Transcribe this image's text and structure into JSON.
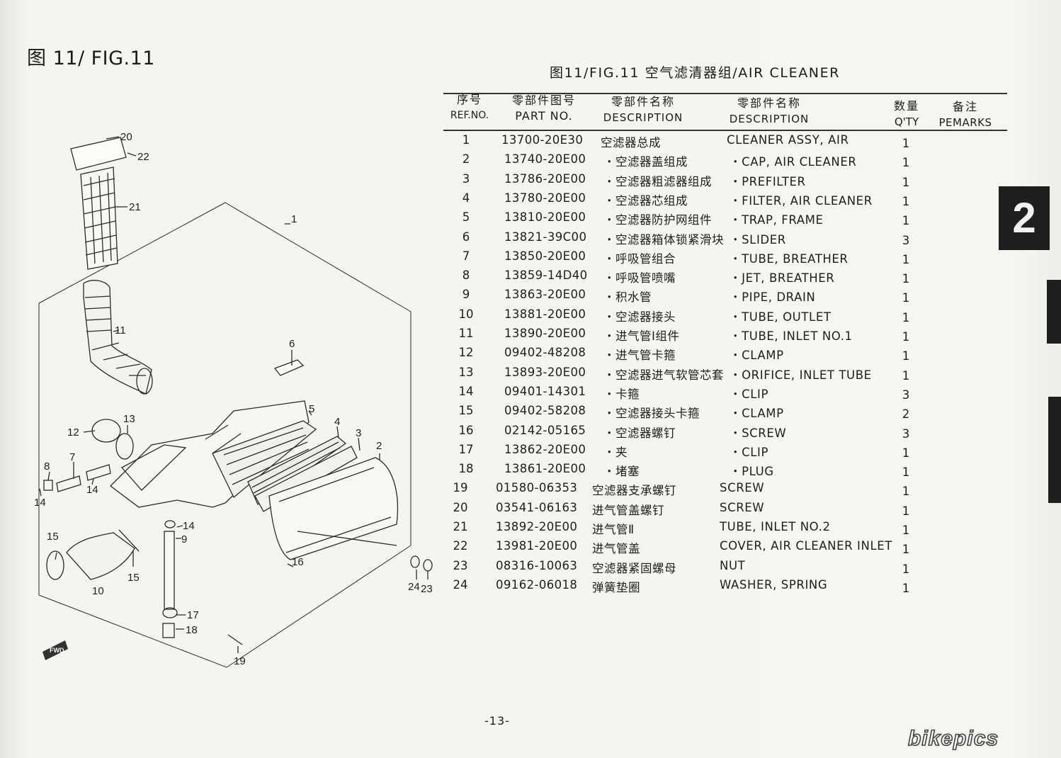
{
  "figure": {
    "heading": "图 11/ FIG.11",
    "subtitle": "图11/FIG.11    空气滤清器组/AIR CLEANER"
  },
  "table": {
    "headers": {
      "ref_cn": "序号",
      "ref_en": "REF.NO.",
      "pn_cn": "零部件图号",
      "pn_en": "PART NO.",
      "desc_cn_cn": "零部件名称",
      "desc_cn_en": "DESCRIPTION",
      "desc_en_cn": "零部件名称",
      "desc_en_en": "DESCRIPTION",
      "qty_cn": "数量",
      "qty_en": "Q'TY",
      "remarks_cn": "备注",
      "remarks_en": "PEMARKS"
    },
    "rows": [
      {
        "ref": "1",
        "part_no": "13700-20E30",
        "name_cn": "空滤器总成",
        "name_en": "CLEANER ASSY, AIR",
        "qty": "1"
      },
      {
        "ref": "2",
        "part_no": "13740-20E00",
        "name_cn": "・空滤器盖组成",
        "name_en": "・CAP, AIR CLEANER",
        "qty": "1"
      },
      {
        "ref": "3",
        "part_no": "13786-20E00",
        "name_cn": "・空滤器粗滤器组成",
        "name_en": "・PREFILTER",
        "qty": "1"
      },
      {
        "ref": "4",
        "part_no": "13780-20E00",
        "name_cn": "・空滤器芯组成",
        "name_en": "・FILTER, AIR CLEANER",
        "qty": "1"
      },
      {
        "ref": "5",
        "part_no": "13810-20E00",
        "name_cn": "・空滤器防护网组件",
        "name_en": "・TRAP, FRAME",
        "qty": "1"
      },
      {
        "ref": "6",
        "part_no": "13821-39C00",
        "name_cn": "・空滤器箱体锁紧滑块",
        "name_en": "・SLIDER",
        "qty": "3"
      },
      {
        "ref": "7",
        "part_no": "13850-20E00",
        "name_cn": "・呼吸管组合",
        "name_en": "・TUBE, BREATHER",
        "qty": "1"
      },
      {
        "ref": "8",
        "part_no": "13859-14D40",
        "name_cn": "・呼吸管喷嘴",
        "name_en": "・JET, BREATHER",
        "qty": "1"
      },
      {
        "ref": "9",
        "part_no": "13863-20E00",
        "name_cn": "・积水管",
        "name_en": "・PIPE, DRAIN",
        "qty": "1"
      },
      {
        "ref": "10",
        "part_no": "13881-20E00",
        "name_cn": "・空滤器接头",
        "name_en": "・TUBE, OUTLET",
        "qty": "1"
      },
      {
        "ref": "11",
        "part_no": "13890-20E00",
        "name_cn": "・进气管Ⅰ组件",
        "name_en": "・TUBE, INLET NO.1",
        "qty": "1"
      },
      {
        "ref": "12",
        "part_no": "09402-48208",
        "name_cn": "・进气管卡箍",
        "name_en": "・CLAMP",
        "qty": "1"
      },
      {
        "ref": "13",
        "part_no": "13893-20E00",
        "name_cn": "・空滤器进气软管芯套",
        "name_en": "・ORIFICE, INLET TUBE",
        "qty": "1"
      },
      {
        "ref": "14",
        "part_no": "09401-14301",
        "name_cn": "・卡箍",
        "name_en": "・CLIP",
        "qty": "3"
      },
      {
        "ref": "15",
        "part_no": "09402-58208",
        "name_cn": "・空滤器接头卡箍",
        "name_en": "・CLAMP",
        "qty": "2"
      },
      {
        "ref": "16",
        "part_no": "02142-05165",
        "name_cn": "・空滤器螺钉",
        "name_en": "・SCREW",
        "qty": "3"
      },
      {
        "ref": "17",
        "part_no": "13862-20E00",
        "name_cn": "・夹",
        "name_en": "・CLIP",
        "qty": "1"
      },
      {
        "ref": "18",
        "part_no": "13861-20E00",
        "name_cn": "・堵塞",
        "name_en": "・PLUG",
        "qty": "1"
      },
      {
        "ref": "19",
        "part_no": "01580-06353",
        "name_cn": "空滤器支承螺钉",
        "name_en": "SCREW",
        "qty": "1"
      },
      {
        "ref": "20",
        "part_no": "03541-06163",
        "name_cn": "进气管盖螺钉",
        "name_en": "SCREW",
        "qty": "1"
      },
      {
        "ref": "21",
        "part_no": "13892-20E00",
        "name_cn": "进气管Ⅱ",
        "name_en": "TUBE, INLET NO.2",
        "qty": "1"
      },
      {
        "ref": "22",
        "part_no": "13981-20E00",
        "name_cn": "进气管盖",
        "name_en": "COVER, AIR CLEANER INLET",
        "qty": "1"
      },
      {
        "ref": "23",
        "part_no": "08316-10063",
        "name_cn": "空滤器紧固螺母",
        "name_en": "NUT",
        "qty": "1"
      },
      {
        "ref": "24",
        "part_no": "09162-06018",
        "name_cn": "弹簧垫圈",
        "name_en": "WASHER, SPRING",
        "qty": "1"
      }
    ]
  },
  "diagram": {
    "callouts": [
      "20",
      "22",
      "21",
      "1",
      "11",
      "6",
      "5",
      "4",
      "3",
      "2",
      "13",
      "12",
      "7",
      "8",
      "14",
      "14",
      "14",
      "9",
      "15",
      "15",
      "10",
      "16",
      "24",
      "23",
      "17",
      "18",
      "19"
    ],
    "fwd_label": "FWD"
  },
  "section_tab": "2",
  "page_number": "-13-",
  "watermark": "bikepics"
}
